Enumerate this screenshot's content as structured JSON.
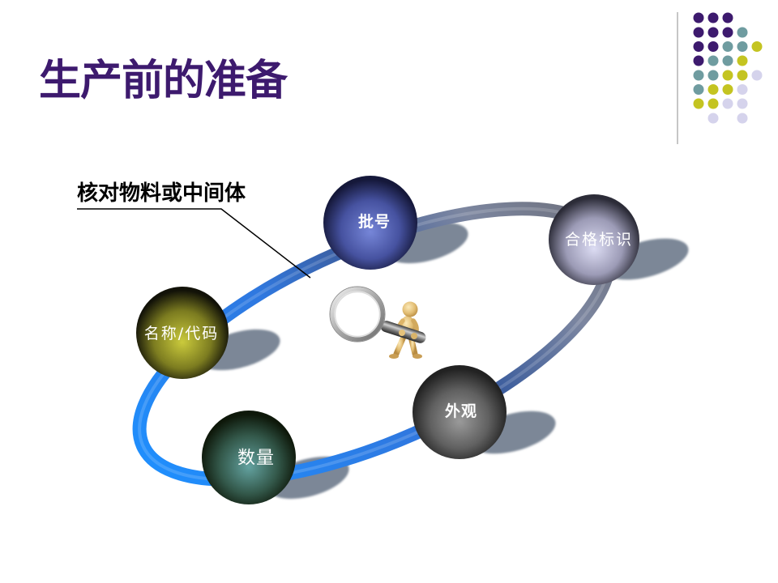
{
  "slide": {
    "title": "生产前的准备",
    "callout": "核对物料或中间体"
  },
  "theme": {
    "title_color": "#3D1A6E",
    "text_color": "#000000",
    "label_color": "#FFFFFF",
    "shadow_color": "#7C8797",
    "divider_color": "#8C8C8C",
    "accent_palette": {
      "purple": "#3D1A6E",
      "teal": "#6F9CA0",
      "yellow_green": "#C4C421",
      "lavender": "#D5D3EC"
    }
  },
  "ring": {
    "gradient": [
      "#1E90FF",
      "#2F78E0",
      "#3D5E9E",
      "#7C86A0",
      "#6C6E78"
    ]
  },
  "nodes": [
    {
      "label": "批号",
      "colors": {
        "light": "#7686D8",
        "mid": "#4652A0",
        "dark": "#15183A"
      }
    },
    {
      "label": "合格标识",
      "colors": {
        "light": "#DCDCF3",
        "mid": "#9C9BB6",
        "dark": "#2C2C38"
      }
    },
    {
      "label": "外观",
      "colors": {
        "light": "#9A9A9A",
        "mid": "#606060",
        "dark": "#222222"
      }
    },
    {
      "label": "数量",
      "colors": {
        "light": "#63A2A0",
        "mid": "#33584A",
        "dark": "#0E180A"
      }
    },
    {
      "label": "名称/代码",
      "colors": {
        "light": "#CACA3C",
        "mid": "#7C7C20",
        "dark": "#121208"
      }
    }
  ],
  "icons": {
    "center_figure": "magnifier-person-icon",
    "decoration": "dot-grid-icon"
  }
}
